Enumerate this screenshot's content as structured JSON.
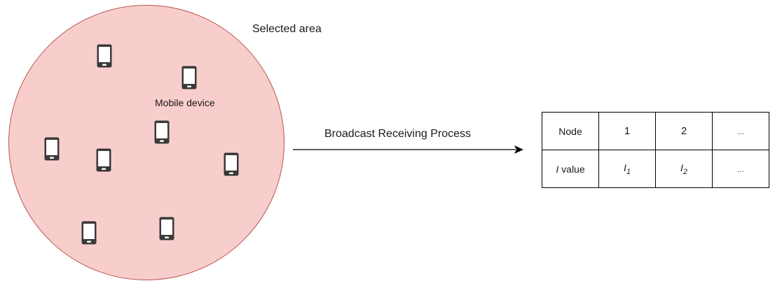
{
  "area": {
    "label": "Selected area"
  },
  "device_label": "Mobile device",
  "devices": [
    {
      "name": "mobile-device-icon"
    },
    {
      "name": "mobile-device-icon"
    },
    {
      "name": "mobile-device-icon"
    },
    {
      "name": "mobile-device-icon"
    },
    {
      "name": "mobile-device-icon"
    },
    {
      "name": "mobile-device-icon"
    },
    {
      "name": "mobile-device-icon"
    },
    {
      "name": "mobile-device-icon"
    },
    {
      "name": "mobile-device-icon"
    }
  ],
  "arrow": {
    "label": "Broadcast Receiving Process"
  },
  "table": {
    "row1": [
      "Node",
      "1",
      "2",
      "..."
    ],
    "row2": {
      "head_symbol": "I",
      "head_text": " value",
      "c1_symbol": "I",
      "c1_sub": "1",
      "c2_symbol": "I",
      "c2_sub": "2",
      "c3": "..."
    }
  },
  "colors": {
    "area_fill": "#f8cecc",
    "area_stroke": "#b85450",
    "device": "#3a3a3a"
  }
}
